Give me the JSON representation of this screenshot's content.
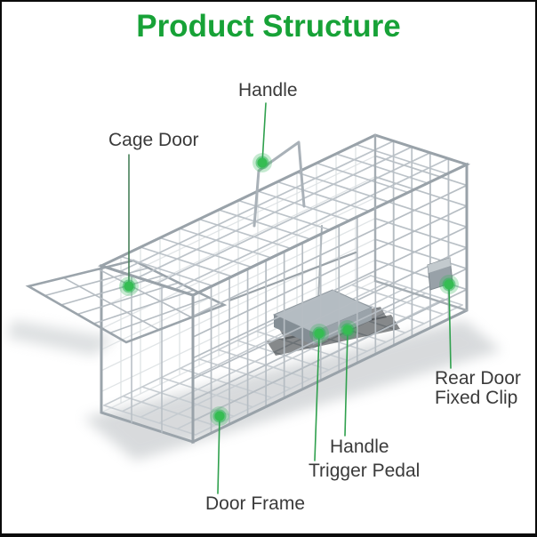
{
  "title": {
    "text": "Product Structure",
    "color": "#17a237"
  },
  "annotations": [
    {
      "id": "handle-top",
      "label": "Handle"
    },
    {
      "id": "cage-door",
      "label": "Cage Door"
    },
    {
      "id": "rear-door-fixed-clip",
      "label": "Rear Door\nFixed Clip"
    },
    {
      "id": "handle-bottom",
      "label": "Handle"
    },
    {
      "id": "trigger-pedal",
      "label": "Trigger Pedal"
    },
    {
      "id": "door-frame",
      "label": "Door Frame"
    }
  ],
  "illustration": {
    "name": "wire-mesh-cage-trap"
  },
  "colors": {
    "accent_green": "#2fb457",
    "label_text": "#3a3a3a",
    "wire": "#b9c0c6",
    "frame_border": "#0b0b0b"
  }
}
